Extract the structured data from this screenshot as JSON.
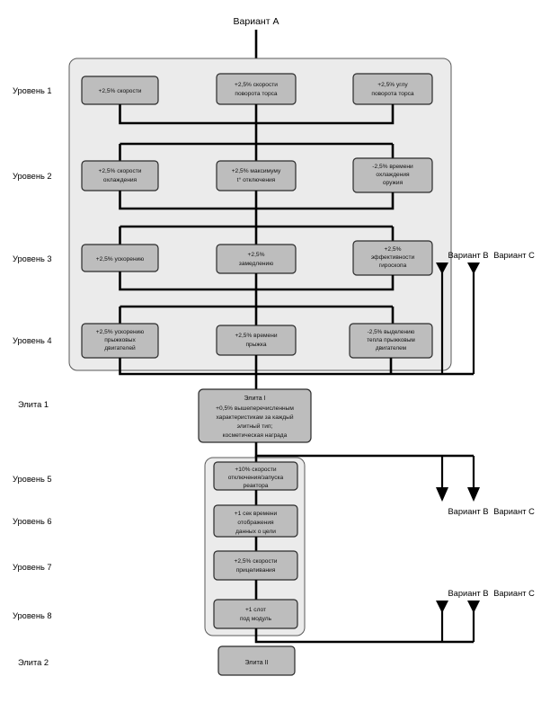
{
  "diagram": {
    "root_label": "Вариант А",
    "row_labels": [
      {
        "id": "level-1",
        "text": "Уровень 1"
      },
      {
        "id": "level-2",
        "text": "Уровень 2"
      },
      {
        "id": "level-3",
        "text": "Уровень 3"
      },
      {
        "id": "level-4",
        "text": "Уровень 4"
      },
      {
        "id": "elite-1",
        "text": "Элита 1"
      },
      {
        "id": "level-5",
        "text": "Уровень 5"
      },
      {
        "id": "level-6",
        "text": "Уровень 6"
      },
      {
        "id": "level-7",
        "text": "Уровень 7"
      },
      {
        "id": "level-8",
        "text": "Уровень 8"
      },
      {
        "id": "elite-2",
        "text": "Элита 2"
      }
    ],
    "level1": {
      "left": [
        "+2,5% скорости"
      ],
      "mid": [
        "+2,5% скорости",
        "поворота торса"
      ],
      "right": [
        "+2,5% углу",
        "поворота торса"
      ]
    },
    "level2": {
      "left": [
        "+2,5% скорости",
        "охлаждения"
      ],
      "mid": [
        "+2,5% максимуму",
        "t° отключения"
      ],
      "right": [
        "-2,5% времени",
        "охлаждения",
        "оружия"
      ]
    },
    "level3": {
      "left": [
        "+2,5% ускорению"
      ],
      "mid": [
        "+2,5%",
        "замедлению"
      ],
      "right": [
        "+2,5%",
        "эффективности",
        "гироскопа"
      ]
    },
    "level4": {
      "left": [
        "+2,5% ускорению",
        "прыжковых",
        "двигателей"
      ],
      "mid": [
        "+2,5% времени",
        "прыжка"
      ],
      "right": [
        "-2,5% выделению",
        "тепла прыжковым",
        "двигателем"
      ]
    },
    "elite1": {
      "lines": [
        "Элита I",
        "+0,5% вышеперечисленным",
        "характеристикам за каждый",
        "элитный тип;",
        "косметическая награда"
      ]
    },
    "level5": {
      "lines": [
        "+10% скорости",
        "отключения/запуска",
        "реактора"
      ]
    },
    "level6": {
      "lines": [
        "+1 сек времени",
        "отображения",
        "данных о цели"
      ]
    },
    "level7": {
      "lines": [
        "+2,5% скорости",
        "прицеливания"
      ]
    },
    "level8": {
      "lines": [
        "+1 слот",
        "под модуль"
      ]
    },
    "elite2": {
      "lines": [
        "Элита II"
      ]
    },
    "variant_markers": [
      {
        "id": "marker-pair-1",
        "b": "Вариант B",
        "c": "Вариант C",
        "label_position": "above",
        "arrow_direction": "down"
      },
      {
        "id": "marker-pair-2",
        "b": "Вариант B",
        "c": "Вариант C",
        "label_position": "below",
        "arrow_direction": "down"
      },
      {
        "id": "marker-pair-3",
        "b": "Вариант B",
        "c": "Вариант C",
        "label_position": "above",
        "arrow_direction": "down"
      }
    ],
    "colors": {
      "panel_fill": "#ebebeb",
      "node_fill": "#bdbdbd",
      "node_stroke": "#2b2b2b",
      "line": "#000000",
      "text": "#111111",
      "background": "#ffffff"
    }
  }
}
